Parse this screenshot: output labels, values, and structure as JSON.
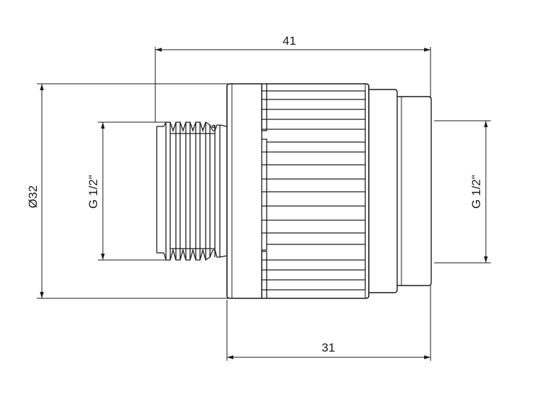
{
  "dimensions": {
    "overall_length": "41",
    "body_length": "31",
    "outer_diameter": "Ø32",
    "thread_left": "G 1/2\"",
    "thread_right": "G 1/2\""
  },
  "colors": {
    "line": "#1a1a1a",
    "background": "#ffffff"
  }
}
